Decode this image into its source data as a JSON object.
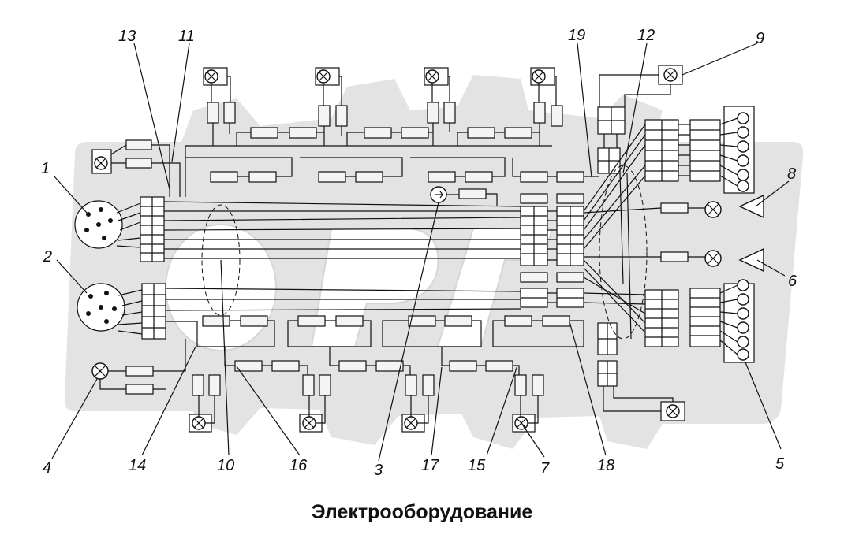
{
  "caption": "Электрооборудование",
  "callouts": [
    "1",
    "2",
    "3",
    "4",
    "5",
    "6",
    "7",
    "8",
    "9",
    "10",
    "11",
    "12",
    "13",
    "14",
    "15",
    "16",
    "17",
    "18",
    "19"
  ],
  "watermark_color": "#e3e3e3",
  "line_color": "#111111"
}
